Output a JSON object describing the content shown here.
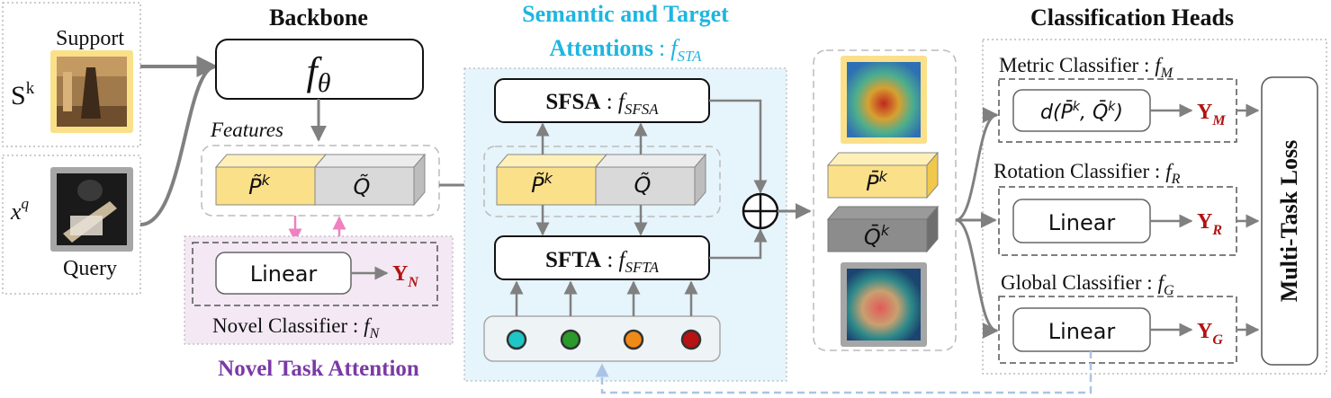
{
  "titles": {
    "backbone": "Backbone",
    "sta_line1": "Semantic and Target",
    "sta_line2": "Attentions",
    "sta_sep": ":",
    "heads": "Classification Heads",
    "novel_task": "Novel Task Attention"
  },
  "inputs": {
    "support_label": "Support",
    "support_symbol": "S",
    "support_sup": "k",
    "query_label": "Query",
    "query_symbol": "x",
    "query_sup": "q"
  },
  "backbone_box": {
    "symbol": "f",
    "sub": "θ"
  },
  "features": {
    "label": "Features",
    "p_tilde": "P̃",
    "p_sup": "k",
    "q_tilde": "Q̃"
  },
  "novel": {
    "linear": "Linear",
    "output": "Y",
    "output_sub": "N",
    "classifier_label": "Novel Classifier :",
    "fn": "f",
    "fn_sub": "N"
  },
  "sta": {
    "f": "f",
    "sub": "STA",
    "sfsa_name": "SFSA",
    "sfsa_sep": " : ",
    "sfsa_f": "f",
    "sfsa_sub": "SFSA",
    "sfta_name": "SFTA",
    "sfta_sep": " : ",
    "sfta_f": "f",
    "sfta_sub": "SFTA",
    "p_tilde": "P̃",
    "p_sup": "k",
    "q_tilde": "Q̃"
  },
  "fusion": {
    "symbol": "⊕",
    "p_bar": "P̄",
    "p_sup": "k",
    "q_bar": "Q̄",
    "q_sup": "k"
  },
  "heads": {
    "metric_label": "Metric Classifier :",
    "metric_f": "f",
    "metric_sub": "M",
    "metric_formula_pre": "d(",
    "metric_p": "P̄",
    "metric_p_sup": "k",
    "metric_comma": ", ",
    "metric_q": "Q̄",
    "metric_q_sup": "k",
    "metric_close": ")",
    "metric_out": "Y",
    "metric_out_sub": "M",
    "rotation_label": "Rotation Classifier :",
    "rotation_f": "f",
    "rotation_sub": "R",
    "rotation_linear": "Linear",
    "rotation_out": "Y",
    "rotation_out_sub": "R",
    "global_label": "Global Classifier :",
    "global_f": "f",
    "global_sub": "G",
    "global_linear": "Linear",
    "global_out": "Y",
    "global_out_sub": "G",
    "loss": "Multi-Task Loss"
  },
  "colors": {
    "sta_title": "#1eb6e0",
    "novel_title": "#7a3aa6",
    "output_red": "#b01414",
    "yellow_face": "#fbe08a",
    "yellow_side": "#f1c84a",
    "gray_face": "#d9d9d9",
    "gray_side": "#bdbdbd",
    "dot_cyan": "#1fc6c6",
    "dot_green": "#2a9a2a",
    "dot_orange": "#f08a16",
    "dot_red": "#b81212"
  }
}
